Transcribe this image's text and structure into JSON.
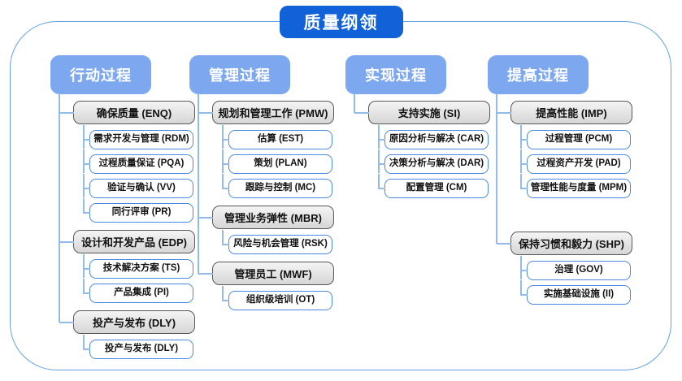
{
  "title": "质量纲领",
  "colors": {
    "title_bg": "#1161d8",
    "header_bg": "#7da8f0",
    "gray_node_fill": "#d6d6d6",
    "gray_node_border": "#585858",
    "child_node_border": "#4a89e0",
    "connector": "#93bbea",
    "frame_border": "#63a1e4"
  },
  "columns": [
    {
      "header": "行动过程",
      "groups": [
        {
          "label": "确保质量 (ENQ)",
          "children": [
            "需求开发与管理 (RDM)",
            "过程质量保证 (PQA)",
            "验证与确认 (VV)",
            "同行评审 (PR)"
          ]
        },
        {
          "label": "设计和开发产品 (EDP)",
          "children": [
            "技术解决方案 (TS)",
            "产品集成 (PI)"
          ]
        },
        {
          "label": "投产与发布 (DLY)",
          "children": [
            "投产与发布 (DLY)"
          ]
        }
      ]
    },
    {
      "header": "管理过程",
      "groups": [
        {
          "label": "规划和管理工作 (PMW)",
          "children": [
            "估算 (EST)",
            "策划 (PLAN)",
            "跟踪与控制 (MC)"
          ]
        },
        {
          "label": "管理业务弹性 (MBR)",
          "children": [
            "风险与机会管理 (RSK)"
          ]
        },
        {
          "label": "管理员工 (MWF)",
          "children": [
            "组织级培训 (OT)"
          ]
        }
      ]
    },
    {
      "header": "实现过程",
      "groups": [
        {
          "label": "支持实施 (SI)",
          "children": [
            "原因分析与解决 (CAR)",
            "决策分析与解决 (DAR)",
            "配置管理 (CM)"
          ]
        }
      ]
    },
    {
      "header": "提高过程",
      "groups": [
        {
          "label": "提高性能 (IMP)",
          "children": [
            "过程管理 (PCM)",
            "过程资产开发 (PAD)",
            "管理性能与度量 (MPM)"
          ]
        },
        {
          "label": "保持习惯和毅力 (SHP)",
          "children": [
            "治理 (GOV)",
            "实施基础设施 (II)"
          ]
        }
      ]
    }
  ]
}
